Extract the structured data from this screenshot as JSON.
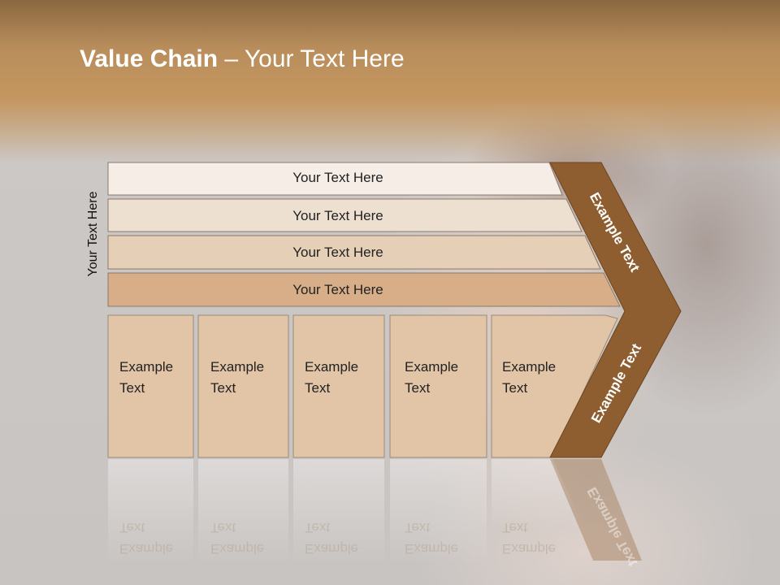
{
  "slide": {
    "title_bold": "Value Chain",
    "title_rest": " – Your Text Here",
    "side_label": "Your Text Here"
  },
  "bars": [
    {
      "label": "Your Text Here",
      "fill": "#f5ede6"
    },
    {
      "label": "Your Text Here",
      "fill": "#eee0d1"
    },
    {
      "label": "Your Text Here",
      "fill": "#e6cfb7"
    },
    {
      "label": "Your Text Here",
      "fill": "#d7ae88"
    }
  ],
  "boxes": [
    {
      "line1": "Example",
      "line2": "Text"
    },
    {
      "line1": "Example",
      "line2": "Text"
    },
    {
      "line1": "Example",
      "line2": "Text"
    },
    {
      "line1": "Example",
      "line2": "Text"
    },
    {
      "line1": "Example",
      "line2": "Text"
    }
  ],
  "chevron": {
    "upper_label": "Example Text",
    "lower_label": "Example Text",
    "color": "#8f5e30"
  },
  "colors": {
    "box_fill": "#e2c4a6",
    "box_border": "#9a8a7a"
  }
}
